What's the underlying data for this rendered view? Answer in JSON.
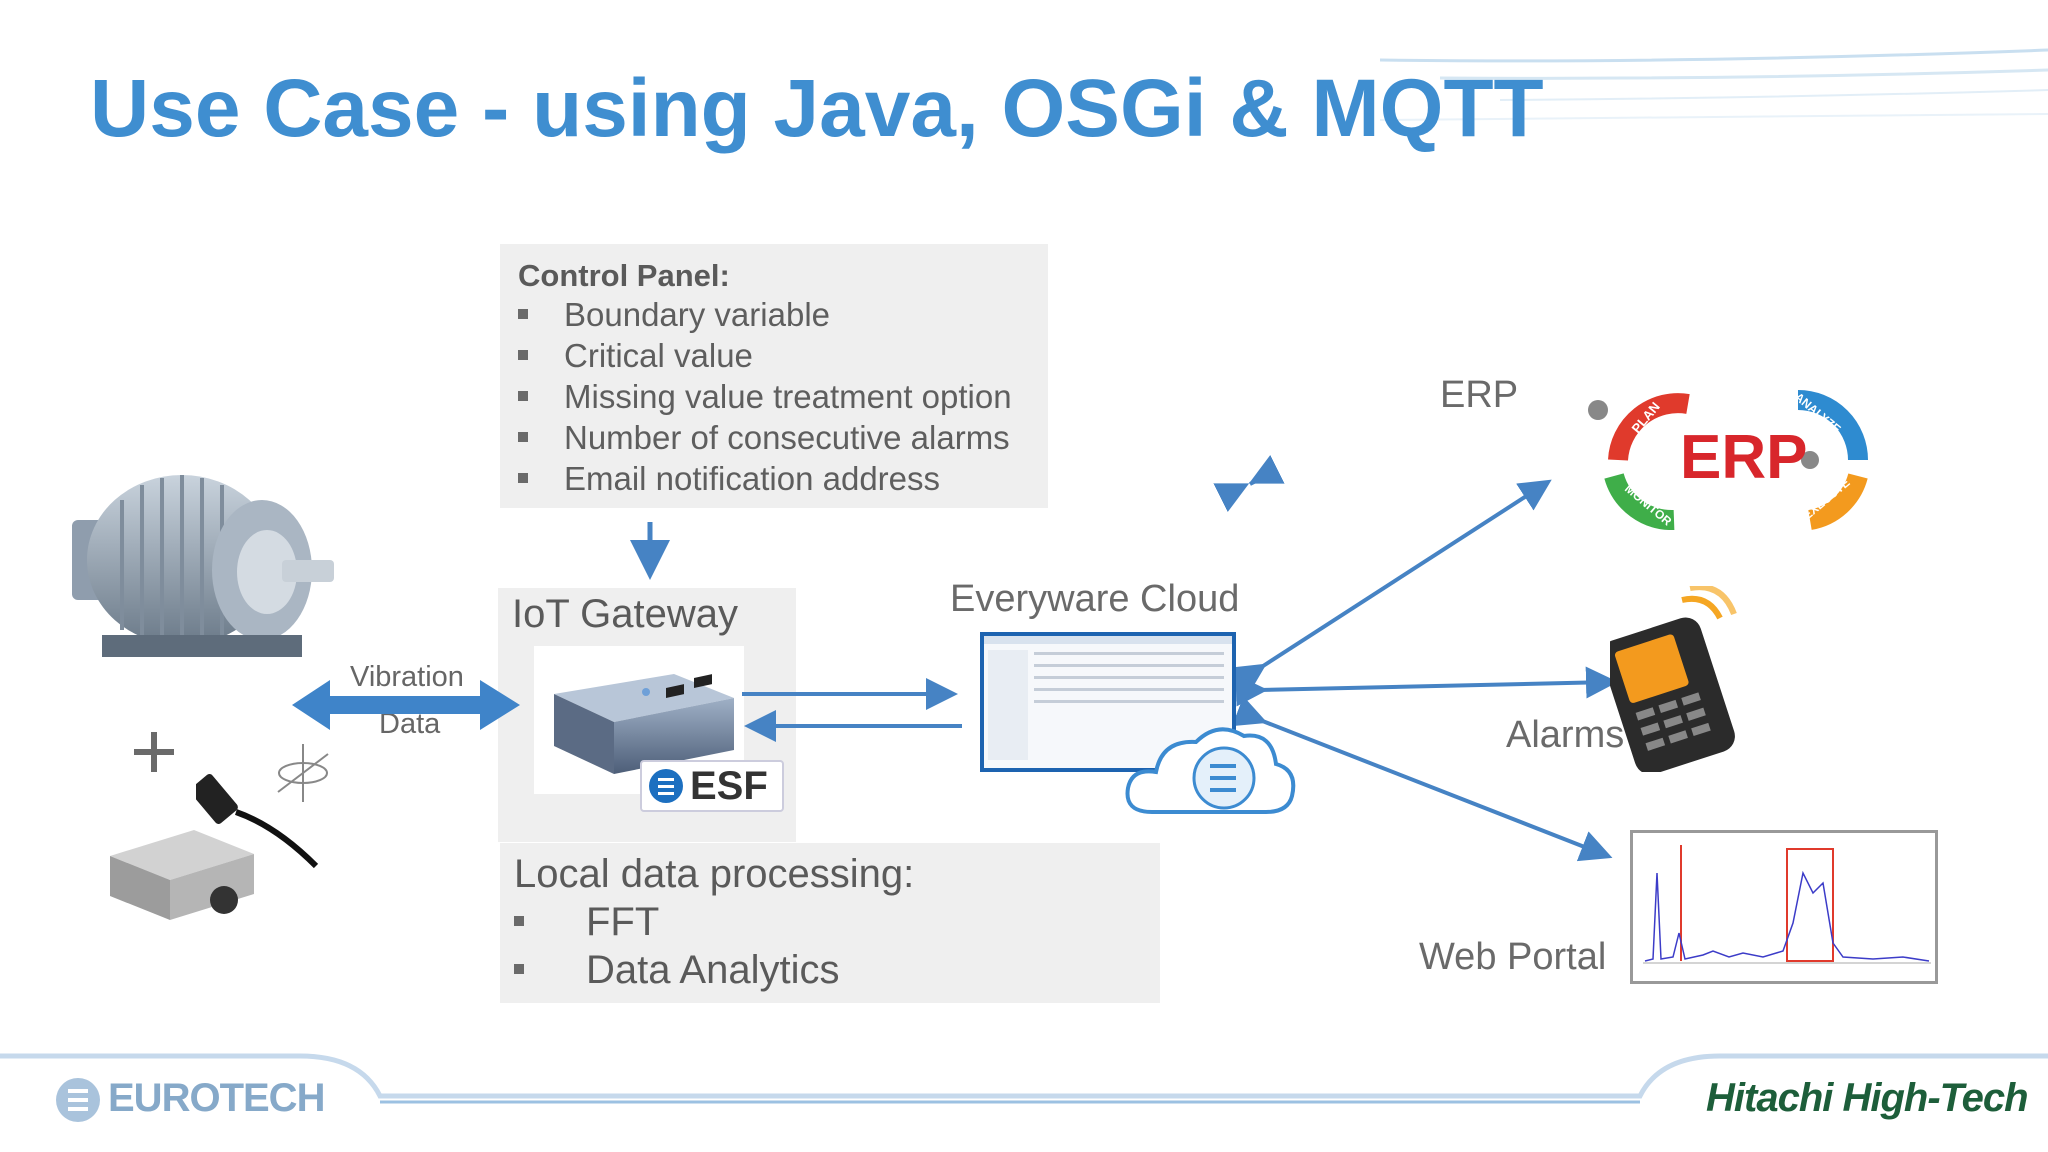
{
  "title": "Use Case - using Java, OSGi & MQTT",
  "control_panel": {
    "heading": "Control Panel:",
    "items": [
      "Boundary variable",
      "Critical value",
      "Missing value treatment option",
      "Number of consecutive alarms",
      "Email notification address"
    ]
  },
  "gateway": {
    "label": "IoT Gateway",
    "badge": "ESF"
  },
  "vibration": {
    "line1": "Vibration",
    "line2": "Data"
  },
  "local_processing": {
    "heading": "Local data processing:",
    "items": [
      "FFT",
      "Data Analytics"
    ]
  },
  "cloud": {
    "label": "Everyware Cloud"
  },
  "outputs": {
    "erp": "ERP",
    "alarms": "Alarms",
    "web_portal": "Web Portal"
  },
  "erp_logo": {
    "text": "ERP",
    "cycle": [
      "PLAN",
      "ANALYZE",
      "EXECUTE",
      "MONITOR"
    ]
  },
  "footer": {
    "left_logo": "EUROTECH",
    "right_logo": "Hitachi High-Tech"
  },
  "colors": {
    "title": "#3f8ed0",
    "arrow": "#4683c4",
    "panel": "#efefef",
    "erp_red": "#d8262b"
  }
}
